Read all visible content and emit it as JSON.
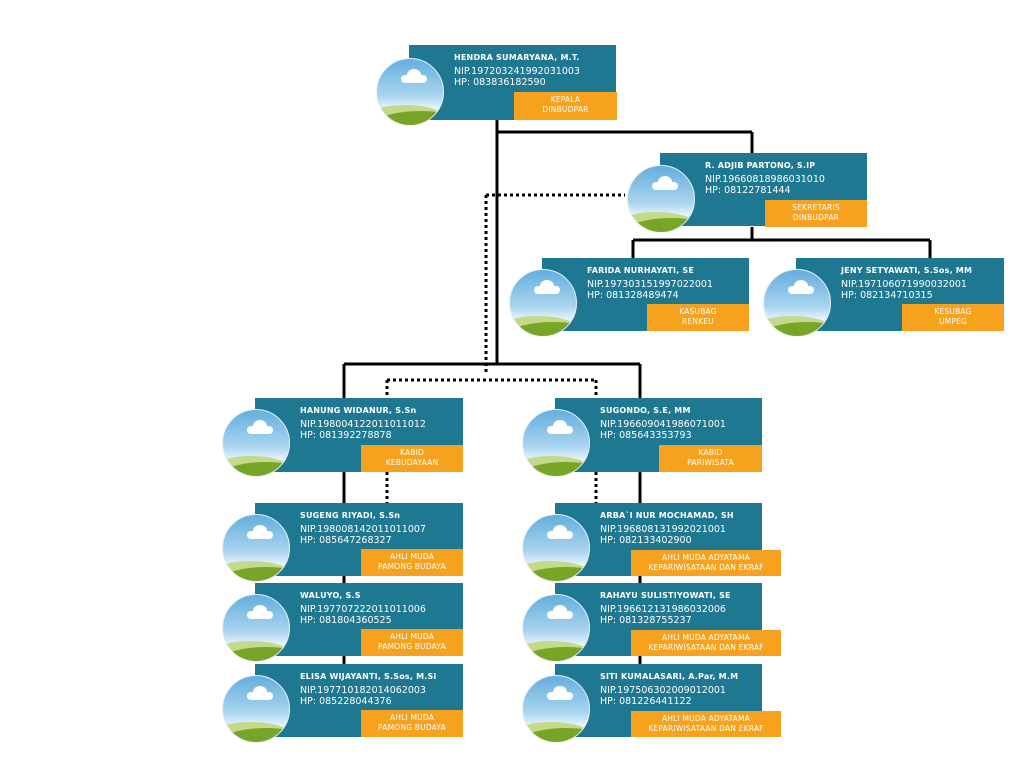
{
  "colors": {
    "card": "#1e7891",
    "tag": "#f7a21f",
    "line": "#000000"
  },
  "icon": "profile-photo-placeholder-icon",
  "nodes": {
    "kepala": {
      "name": "HENDRA SUMARYANA, M.T.",
      "nip": "NIP.197203241992031003",
      "hp": "HP: 083836182590",
      "role": [
        "KEPALA",
        "DINBUDPAR"
      ]
    },
    "sekretaris": {
      "name": "R. ADJIB PARTONO, S.IP",
      "nip": "NIP.19660818986031010",
      "hp": "HP: 08122781444",
      "role": [
        "SEKRETARIS",
        "DINBUDPAR"
      ]
    },
    "renkeu": {
      "name": "FARIDA NURHAYATI, SE",
      "nip": "NIP.197303151997022001",
      "hp": "HP: 081328489474",
      "role": [
        "KASUBAG",
        "RENKEU"
      ]
    },
    "umpeg": {
      "name": "JENY SETYAWATI, S.Sos, MM",
      "nip": "NIP.197106071990032001",
      "hp": "HP: 082134710315",
      "role": [
        "KESUBAG",
        "UMPEG"
      ]
    },
    "kebudayaan": {
      "name": "HANUNG WIDANUR, S.Sn",
      "nip": "NIP.198004122011011012",
      "hp": "HP: 081392278878",
      "role": [
        "KABID",
        "KEBUDAYAAN"
      ]
    },
    "pariwisata": {
      "name": "SUGONDO, S.E, MM",
      "nip": "NIP.196609041986071001",
      "hp": "HP: 085643353793",
      "role": [
        "KABID",
        "PARIWISATA"
      ]
    },
    "sugeng": {
      "name": "SUGENG RIYADI, S.Sn",
      "nip": "NIP.198008142011011007",
      "hp": "HP: 085647268327",
      "role": [
        "AHLI MUDA",
        "PAMONG BUDAYA"
      ]
    },
    "waluyo": {
      "name": "WALUYO, S.S",
      "nip": "NIP.197707222011011006",
      "hp": "HP: 081804360525",
      "role": [
        "AHLI MUDA",
        "PAMONG BUDAYA"
      ]
    },
    "elisa": {
      "name": "ELISA WIJAYANTI, S.Sos, M.Si",
      "nip": "NIP.197710182014062003",
      "hp": "HP: 085228044376",
      "role": [
        "AHLI MUDA",
        "PAMONG BUDAYA"
      ]
    },
    "arba": {
      "name": "ARBA`I NUR MOCHAMAD, SH",
      "nip": "NIP.196808131992021001",
      "hp": "HP: 082133402900",
      "role": [
        "AHLI MUDA ADYATAMA",
        "KEPARIWISATAAN DAN EKRAF"
      ]
    },
    "rahayu": {
      "name": "RAHAYU SULISTIYOWATI, SE",
      "nip": "NIP.196612131986032006",
      "hp": "HP: 081328755237",
      "role": [
        "AHLI MUDA ADYATAMA",
        "KEPARIWISATAAN DAN EKRAF"
      ]
    },
    "siti": {
      "name": "SITI KUMALASARI, A.Par, M.M",
      "nip": "NIP.197506302009012001",
      "hp": "HP: 081226441122",
      "role": [
        "AHLI MUDA ADYATAMA",
        "KEPARIWISATAAN DAN EKRAF"
      ]
    }
  }
}
